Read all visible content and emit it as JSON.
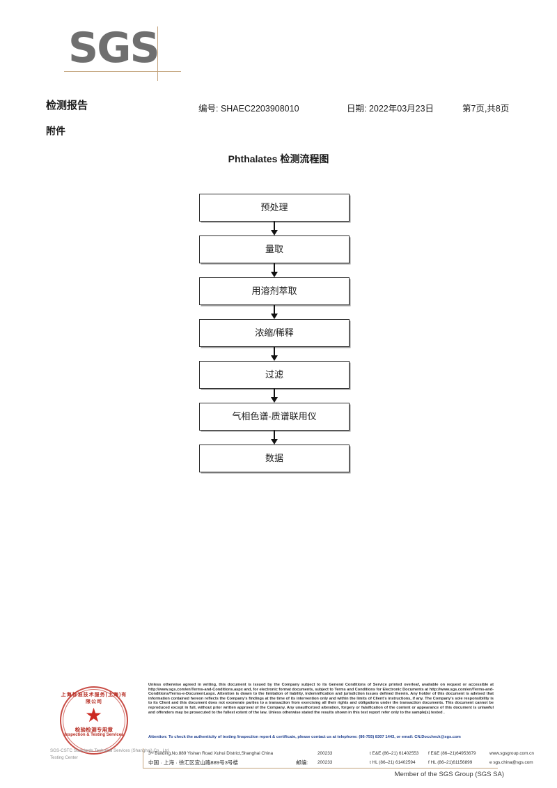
{
  "logo": {
    "text": "SGS"
  },
  "header": {
    "title": "检测报告",
    "subtitle": "附件",
    "ref_no": "编号: SHAEC2203908010",
    "date": "日期: 2022年03月23日",
    "page": "第7页,共8页"
  },
  "flowchart": {
    "title": "Phthalates 检测流程图",
    "steps": [
      {
        "label": "预处理"
      },
      {
        "label": "量取"
      },
      {
        "label": "用溶剂萃取"
      },
      {
        "label": "浓缩/稀释"
      },
      {
        "label": "过滤"
      },
      {
        "label": "气相色谱-质谱联用仪"
      },
      {
        "label": "数据"
      }
    ]
  },
  "footer": {
    "seal": {
      "arc_top": "上海标准技术服务(上海)有限公司",
      "star": "★",
      "cn_text": "检验检测专用章",
      "en_text": "Inspection & Testing Services"
    },
    "company_line_1": "SGS-CSTC Standards Technical Services (Shanghai) Co., Ltd.",
    "company_line_2": "Testing Center",
    "legal": "Unless otherwise agreed in writing, this document is issued by the Company subject to its General Conditions of Service printed overleaf, available on request or accessible at http://www.sgs.com/en/Terms-and-Conditions.aspx and, for electronic format documents, subject to Terms and Conditions for Electronic Documents at http://www.sgs.com/en/Terms-and-Conditions/Terms-e-Document.aspx. Attention is drawn to the limitation of liability, indemnification and jurisdiction issues defined therein. Any holder of this document is advised that information contained hereon reflects the Company's findings at the time of its intervention only and within the limits of Client's instructions, if any. The Company's sole responsibility is to its Client and this document does not exonerate parties to a transaction from exercising all their rights and obligations under the transaction documents. This document cannot be reproduced except in full, without prior written approval of the Company. Any unauthorized alteration, forgery or falsification of the content or appearance of this document is unlawful and offenders may be prosecuted to the fullest extent of the law. Unless otherwise stated the results shown in this test report refer only to the sample(s) tested .",
    "attention": "Attention: To check the authenticity of testing /inspection report & certificate, please contact us at telephone: (86-755) 8307 1443, or email: CN.Doccheck@sgs.com",
    "address_en": "3ʳᵈ Building,No.889 Yishan Road Xuhui District,Shanghai China",
    "address_cn": "中国 · 上海 · 徐汇区宜山路889号3号楼",
    "zip_label_en": "",
    "zip_label_cn": "邮编:",
    "zip_en": "200233",
    "zip_cn": "200233",
    "tel_row1_a": "t E&E (86–21) 61402553",
    "tel_row1_b": "f E&E (86–21)64953679",
    "tel_row2_a": "t HL (86–21) 61402594",
    "tel_row2_b": "f HL (86–21)61156899",
    "web": "www.sgsgroup.com.cn",
    "email": "e  sgs.china@sgs.com",
    "member": "Member of the SGS Group (SGS SA)"
  }
}
